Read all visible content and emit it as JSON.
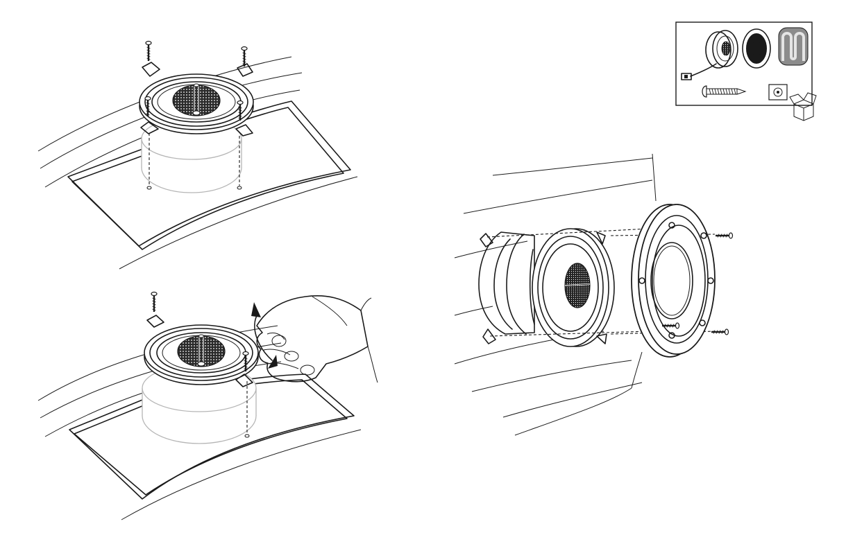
{
  "figure": {
    "panels": [
      "mount-top",
      "mount-tighten",
      "mount-door",
      "contents-box"
    ],
    "icons": [
      "screw-icon",
      "speaker-icon",
      "grille-icon",
      "gasket-icon",
      "wire-connector-icon",
      "clip-icon",
      "open-box-icon",
      "rotate-arrow-icon"
    ],
    "colors": {
      "line": "#1a1a1a",
      "background": "#ffffff",
      "ghost": "#b5b5b5"
    }
  }
}
